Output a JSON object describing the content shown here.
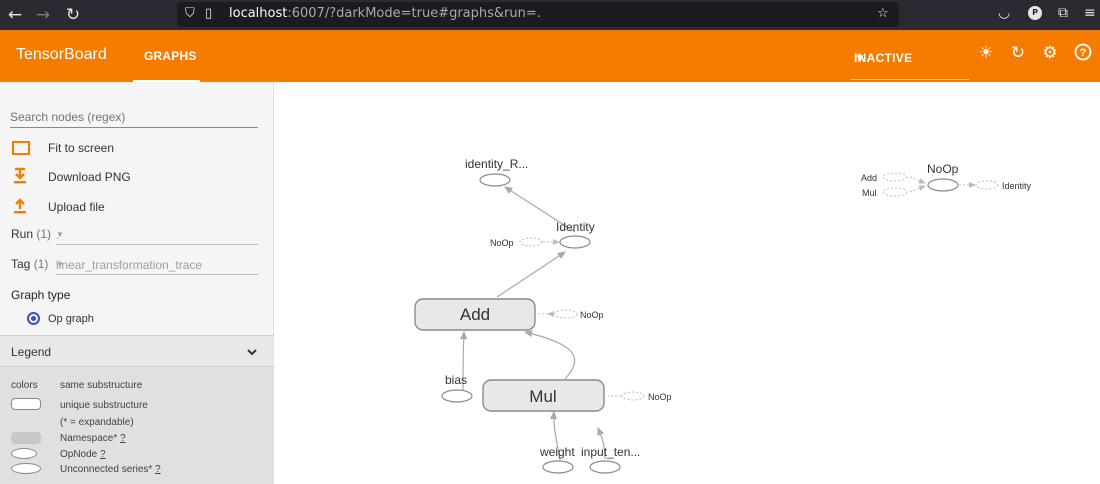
{
  "browser": {
    "url_host": "localhost",
    "url_rest": ":6007/?darkMode=true#graphs&run=.",
    "profile_initial": "P"
  },
  "header": {
    "brand": "TensorBoard",
    "tab_graphs": "GRAPHS",
    "plugin_select": "INACTIVE"
  },
  "sidebar": {
    "search_placeholder": "Search nodes (regex)",
    "actions": [
      "Fit to screen",
      "Download PNG",
      "Upload file"
    ],
    "run_label": "Run",
    "run_count": "(1)",
    "run_value": ".",
    "tag_label": "Tag",
    "tag_count": "(1)",
    "tag_value": "linear_transformation_trace",
    "graph_type_label": "Graph type",
    "graph_type_option": "Op graph",
    "legend_label": "Legend",
    "legend": {
      "colors": "colors",
      "same_substructure": "same substructure",
      "unique_substructure": "unique substructure",
      "expandable": "(* = expandable)",
      "namespace": "Namespace*",
      "opnode": "OpNode",
      "unconnected": "Unconnected series*",
      "help": "?"
    }
  },
  "graph": {
    "nodes": {
      "identity_r": "identity_R...",
      "identity": "Identity",
      "add": "Add",
      "mul": "Mul",
      "bias": "bias",
      "weight": "weight",
      "input": "input_ten...",
      "noop": "NoOp"
    },
    "aux": {
      "add": "Add",
      "mul": "Mul",
      "noop": "NoOp",
      "identity": "Identity"
    }
  },
  "colors": {
    "brand": "#f57c00",
    "accent": "#3f51b5",
    "node_fill": "#e8e8e8",
    "edge": "#a9a9a9"
  }
}
